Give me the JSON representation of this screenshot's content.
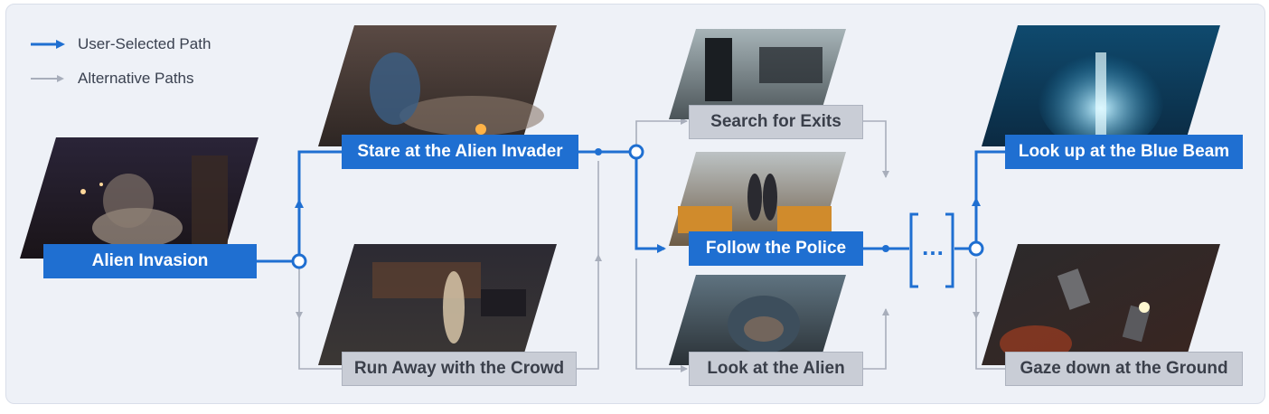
{
  "legend": {
    "selected_label": "User-Selected Path",
    "alternative_label": "Alternative Paths"
  },
  "colors": {
    "selected": "#1f6fd1",
    "alternative": "#a8aebb",
    "background": "#eef1f7"
  },
  "nodes": {
    "alien_invasion": "Alien Invasion",
    "stare": "Stare at the Alien Invader",
    "run_away": "Run Away with the Crowd",
    "search_exits": "Search for Exits",
    "follow_police": "Follow the Police",
    "look_alien": "Look at the Alien",
    "ellipsis": "…",
    "look_up": "Look up at the Blue Beam",
    "gaze_down": "Gaze down at the Ground"
  },
  "images": {
    "alien_invasion": "night city street with explosion debris",
    "stare": "armored alien invader amid rubble",
    "run_away": "person running on night street",
    "search_exits": "empty subway car doors",
    "follow_police": "subway car with police officers",
    "look_alien": "alien creature inside subway car",
    "look_up": "blue energy beam in sky",
    "gaze_down": "aerial view of street with vehicles"
  }
}
